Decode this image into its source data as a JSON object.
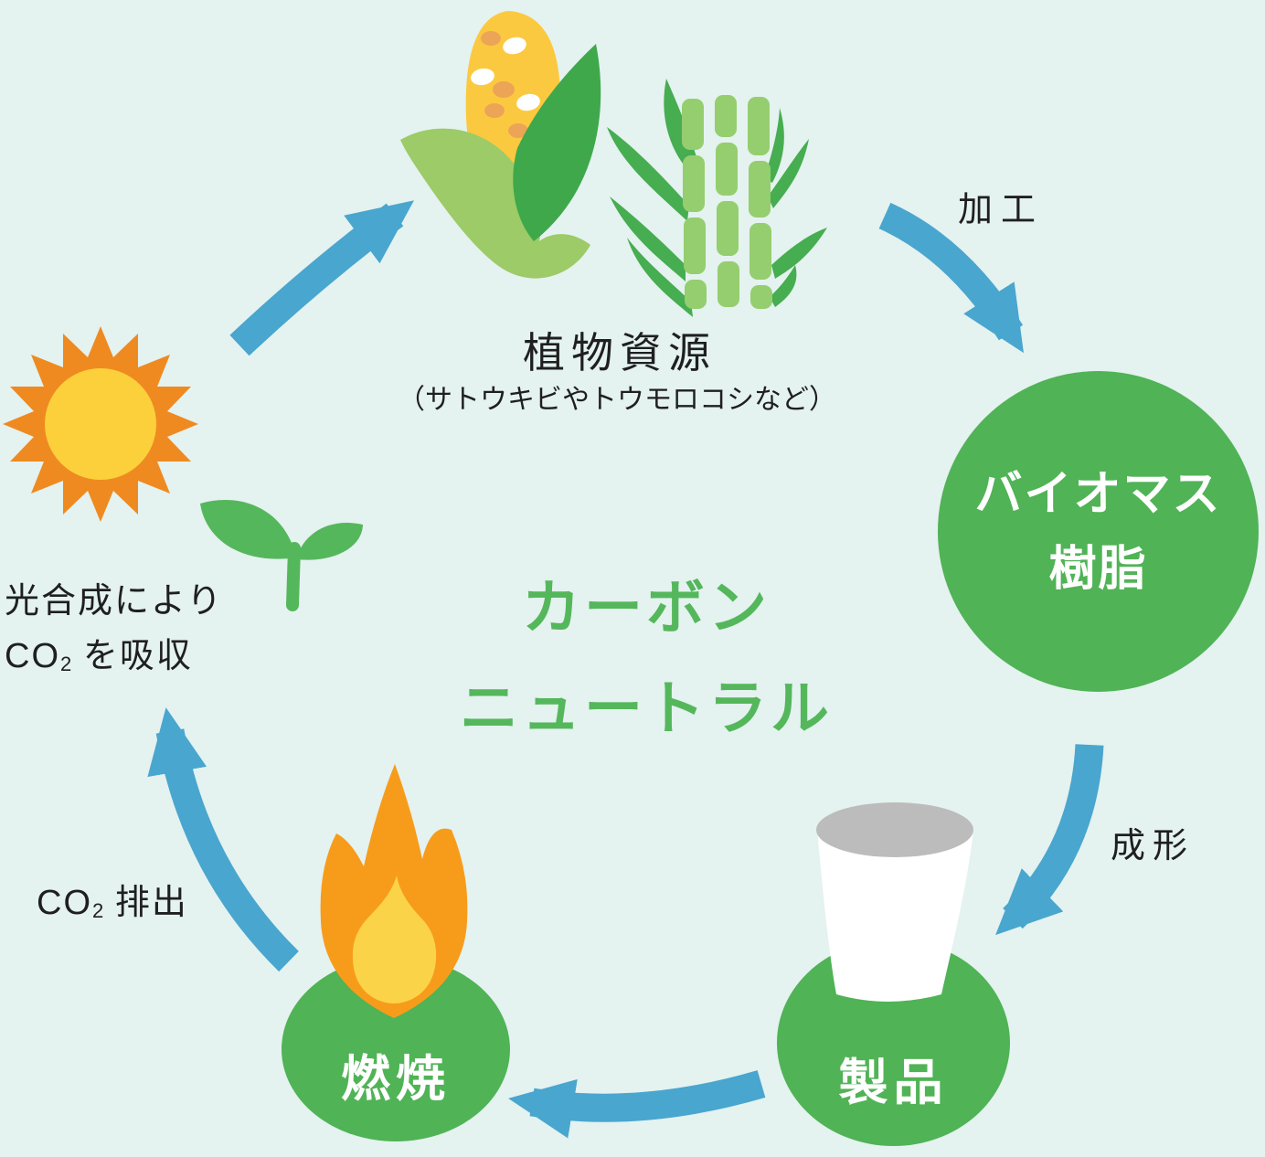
{
  "diagram": {
    "title": {
      "line1": "カーボン",
      "line2": "ニュートラル"
    },
    "nodes": {
      "plants": {
        "label": "植物資源",
        "note": "（サトウキビやトウモロコシなど）"
      },
      "biomass_resin": {
        "line1": "バイオマス",
        "line2": "樹脂"
      },
      "product": {
        "label": "製品"
      },
      "combustion": {
        "label": "燃焼"
      }
    },
    "edge_labels": {
      "processing": "加工",
      "molding": "成形",
      "co2_emission": {
        "prefix": "CO",
        "sub": "2",
        "suffix": " 排出"
      },
      "photosynthesis": {
        "line1": "光合成により",
        "line2_prefix": "CO",
        "line2_sub": "2",
        "line2_suffix": " を吸収"
      }
    },
    "icons": {
      "corn-icon": "corn cob with husk leaves",
      "sugarcane-icon": "three sugarcane stalks with leaves",
      "sun-icon": "spiky sun",
      "sprout-icon": "two-leaf seedling",
      "flame-icon": "burning flame",
      "cup-icon": "white plastic cup",
      "arrow-icon": "curved cycle arrow"
    },
    "colors": {
      "background": "#E4F2F0",
      "arrow_blue": "#49A6CE",
      "node_green": "#50B356",
      "title_green": "#55B75B",
      "text_black": "#1F1F1F",
      "label_white": "#FFFFFF",
      "sun_orange": "#EF8A20",
      "sun_core_yellow": "#FCD03B",
      "flame_orange": "#F79C1A",
      "flame_core_yellow": "#FBD348",
      "corn_yellow": "#FBC940",
      "corn_kernel_orange": "#ECA457",
      "corn_husk_green": "#9CCB67",
      "corn_leaf_green": "#3FA84B",
      "sugarcane_stalk_green": "#95CE6E",
      "sugarcane_leaf_green": "#46AD50",
      "cup_top_gray": "#BCBCBC"
    }
  }
}
